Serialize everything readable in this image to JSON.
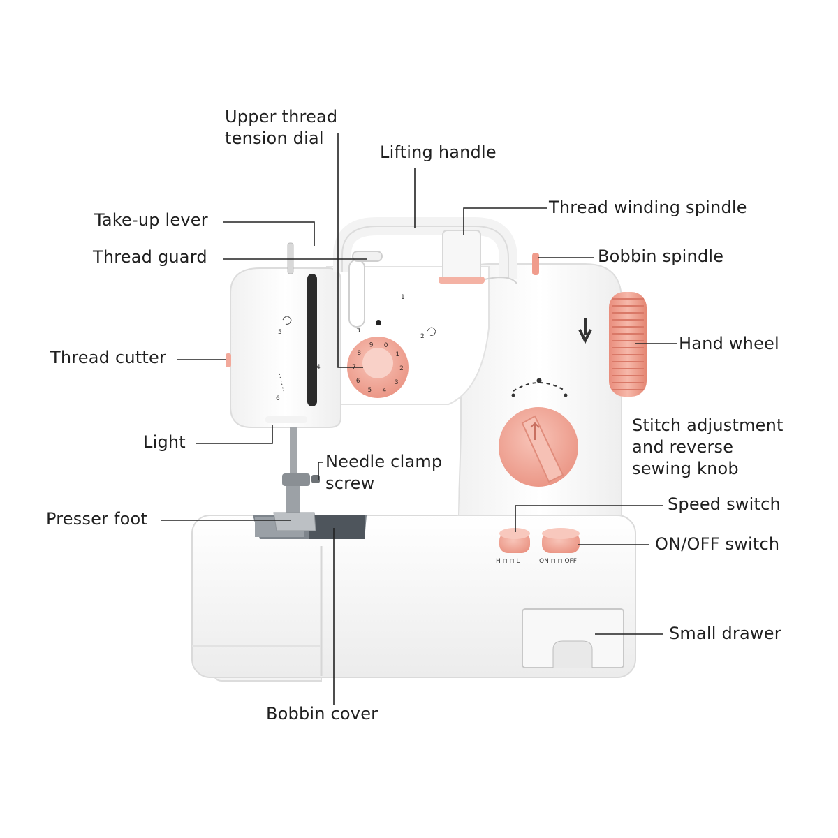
{
  "labels": {
    "upper_thread_tension_dial": "Upper thread\ntension dial",
    "lifting_handle": "Lifting handle",
    "thread_winding_spindle": "Thread winding spindle",
    "take_up_lever": "Take-up lever",
    "thread_guard": "Thread guard",
    "bobbin_spindle": "Bobbin spindle",
    "hand_wheel": "Hand wheel",
    "thread_cutter": "Thread cutter",
    "stitch_adjustment": "Stitch adjustment\nand reverse\nsewing knob",
    "light": "Light",
    "needle_clamp_screw": "Needle clamp\nscrew",
    "presser_foot": "Presser foot",
    "speed_switch": "Speed switch",
    "on_off_switch": "ON/OFF switch",
    "small_drawer": "Small drawer",
    "bobbin_cover": "Bobbin cover"
  },
  "machine_markings": {
    "dial_numbers": [
      "0",
      "1",
      "2",
      "3",
      "4",
      "5",
      "6",
      "7",
      "8",
      "9"
    ],
    "speed_switch_marks": "H ⊓ ⊓ L",
    "power_switch_marks": "ON ⊓ ⊓ OFF"
  },
  "colors": {
    "body": "#fbfbfb",
    "outline": "#d9d9d9",
    "accent_pink": "#f2a99b",
    "accent_pink_dark": "#e48d7e",
    "text": "#1f1f1f"
  }
}
